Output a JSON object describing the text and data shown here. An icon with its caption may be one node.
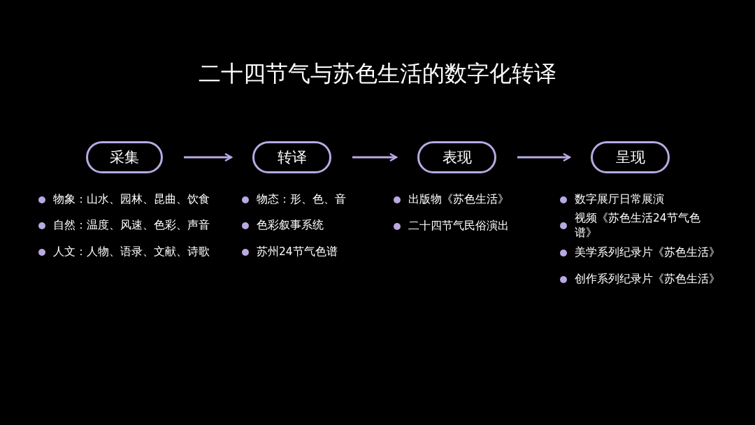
{
  "diagram": {
    "title": "二十四节气与苏色生活的数字化转译",
    "nodes": [
      {
        "text": [
          "采集"
        ]
      },
      {
        "text": [
          "转译"
        ]
      },
      {
        "text": [
          "表现"
        ]
      },
      {
        "text": [
          "呈现"
        ]
      }
    ],
    "edges": [
      {
        "from": 0,
        "to": 1,
        "arrow": "to"
      },
      {
        "from": 1,
        "to": 2,
        "arrow": "to"
      },
      {
        "from": 2,
        "to": 3,
        "arrow": "to"
      }
    ],
    "labels": [
      "物象：山水、园林、昆曲、饮食",
      "自然：温度、风速、色彩、声音",
      "人文：人物、语录、文献、诗歌",
      "物态：形、色、音",
      "色彩叙事系统",
      "苏州24节气色谱",
      "出版物《苏色生活》",
      "二十四节气民俗演出",
      "数字展厅日常展演",
      "视频《苏色生活24节气色谱》",
      "美学系列纪录片《苏色生活》",
      "创作系列纪录片《苏色生活》"
    ]
  }
}
